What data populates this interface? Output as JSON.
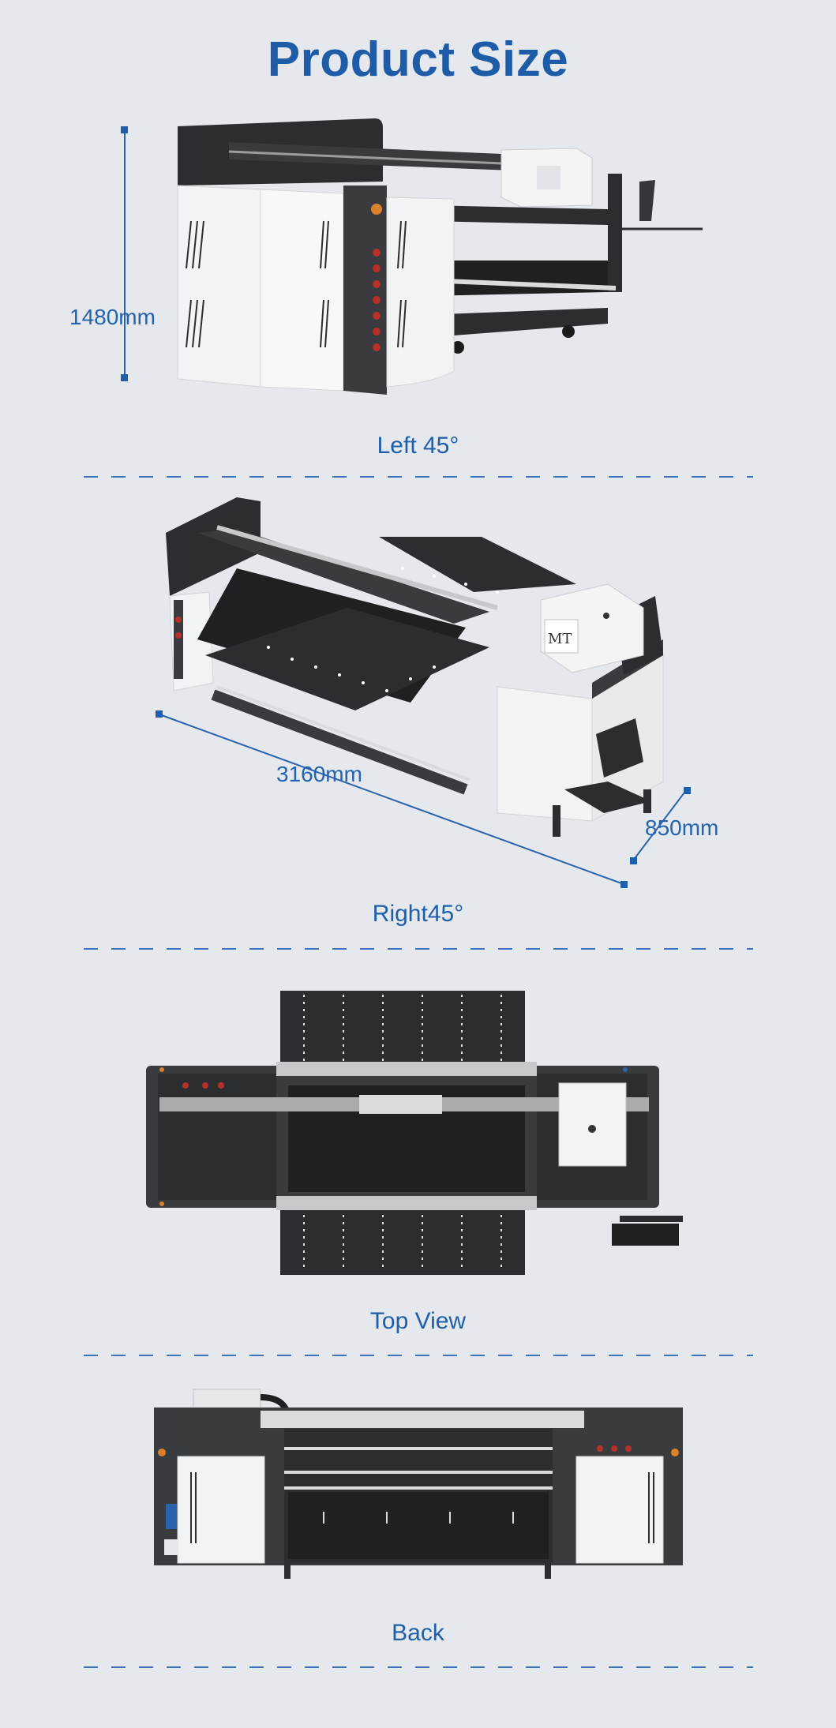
{
  "title": "Product Size",
  "sections": [
    {
      "caption": "Left 45°",
      "dimension": "1480mm"
    },
    {
      "caption": "Right45°",
      "dimensions": [
        "3160mm",
        "850mm"
      ]
    },
    {
      "caption": "Top View"
    },
    {
      "caption": "Back"
    }
  ],
  "colors": {
    "accent": "#1e5ca8",
    "background": "#e5e8ec",
    "machine_dark": "#2c2d30",
    "machine_white": "#f2f3f4"
  }
}
